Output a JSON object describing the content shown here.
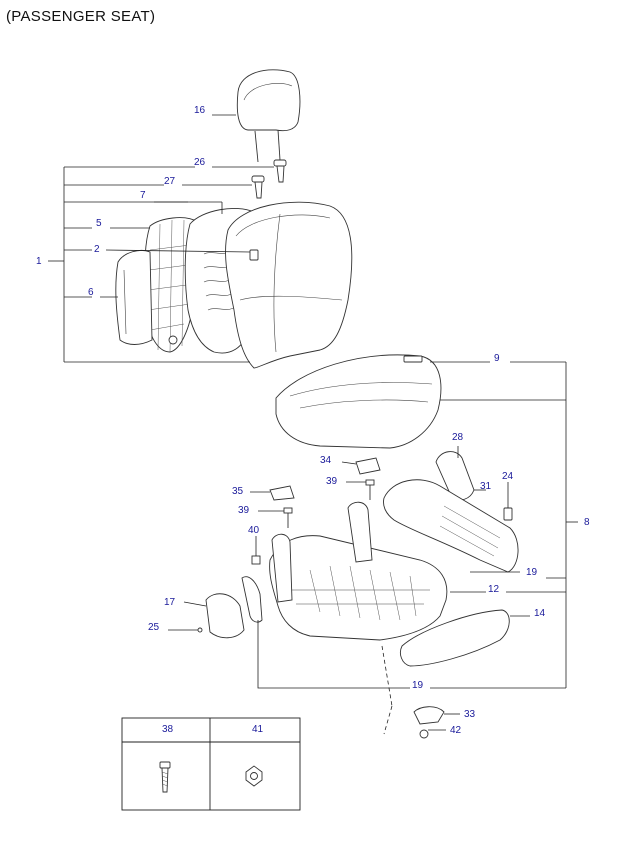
{
  "title": "(PASSENGER SEAT)",
  "part_labels": {
    "p1": "1",
    "p2": "2",
    "p5": "5",
    "p6": "6",
    "p7": "7",
    "p8": "8",
    "p9": "9",
    "p12": "12",
    "p14": "14",
    "p16": "16",
    "p17": "17",
    "p19a": "19",
    "p19b": "19",
    "p24": "24",
    "p25": "25",
    "p26": "26",
    "p27": "27",
    "p28": "28",
    "p31": "31",
    "p33": "33",
    "p34": "34",
    "p35": "35",
    "p39a": "39",
    "p39b": "39",
    "p40": "40",
    "p42": "42"
  },
  "table": {
    "col1": "38",
    "col2": "41"
  },
  "colors": {
    "label": "#1a1a9a",
    "line": "#222222"
  }
}
